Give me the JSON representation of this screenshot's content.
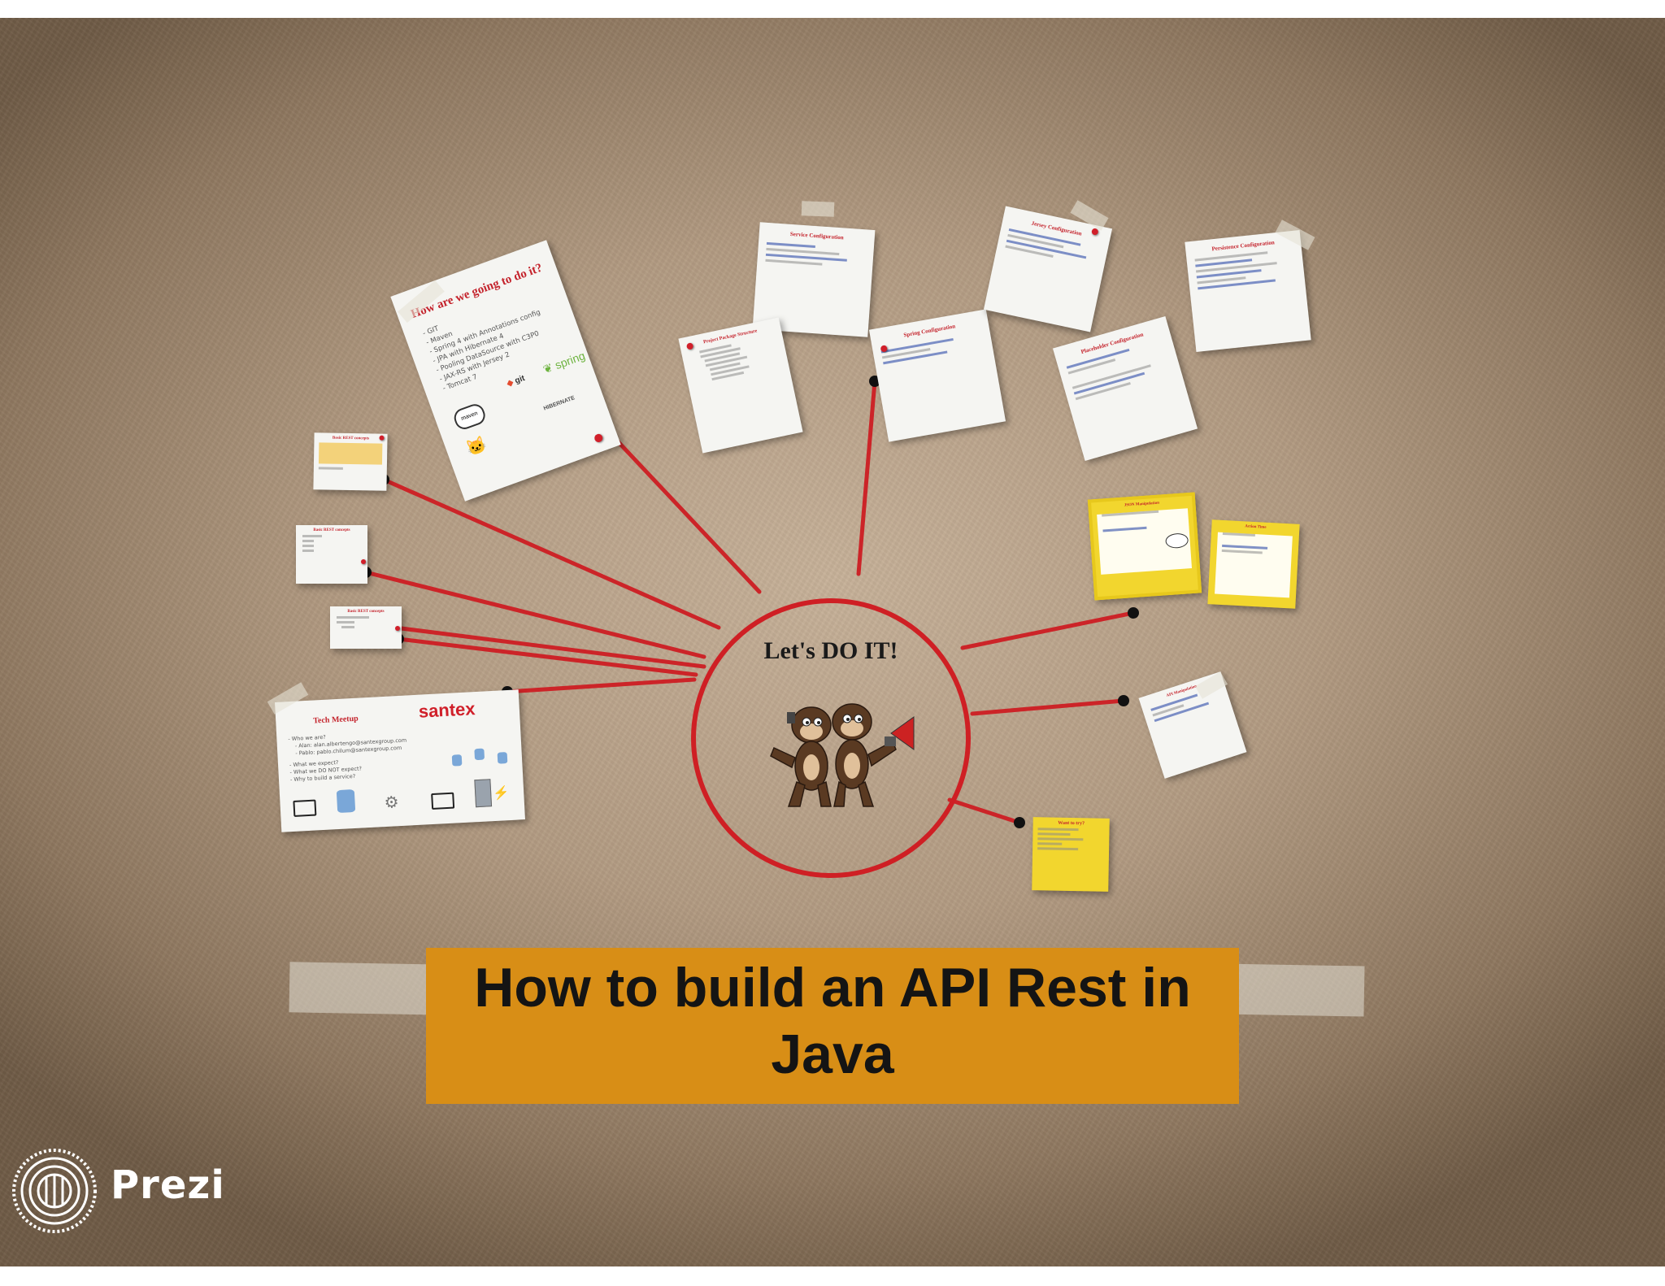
{
  "hub": {
    "title": "Let's DO IT!"
  },
  "title": {
    "line1": "How to build an API Rest in",
    "line2": "Java"
  },
  "brand": {
    "name": "Prezi",
    "logo_icon": "prezi-logo-icon"
  },
  "colors": {
    "hub_ring": "#cf1f24",
    "connector": "#cc2428",
    "title_bar": "#d88e16",
    "sticky": "#f2d62e"
  },
  "cards": {
    "how": {
      "title": "How are we going to do it?",
      "items": [
        "- GIT",
        "- Maven",
        "- Spring 4 with Annotations config",
        "- JPA with Hibernate 4",
        "- Pooling DataSource with C3P0",
        "- JAX-RS with Jersey 2",
        "- Tomcat 7"
      ],
      "logos": [
        "maven",
        "git",
        "spring",
        "tomcat",
        "HIBERNATE"
      ]
    },
    "tech": {
      "title": "Tech Meetup",
      "brand": "santex",
      "items": [
        "- Who we are?",
        "- Alan: alan.albertengo@santexgroup.com",
        "- Pablo: pablo.chilum@santexgroup.com",
        "- What we expect?",
        "- What we DO NOT expect?",
        "- Why to build a service?"
      ]
    },
    "rest1": {
      "title": "Basic REST concepts"
    },
    "rest2": {
      "title": "Basic REST concepts"
    },
    "rest3": {
      "title": "Basic REST concepts"
    },
    "service": {
      "title": "Service Configuration"
    },
    "project": {
      "title": "Project Package Structure"
    },
    "spring": {
      "title": "Spring Configuration"
    },
    "jersey": {
      "title": "Jersey Configuration"
    },
    "placeholder": {
      "title": "Placeholder Configuration"
    },
    "persistence": {
      "title": "Persistence Configuration"
    },
    "json": {
      "title": "JSON Manipulation"
    },
    "action": {
      "title": "Action Time"
    },
    "api": {
      "title": "API Manipulation"
    },
    "want": {
      "title": "Want to try?"
    }
  }
}
